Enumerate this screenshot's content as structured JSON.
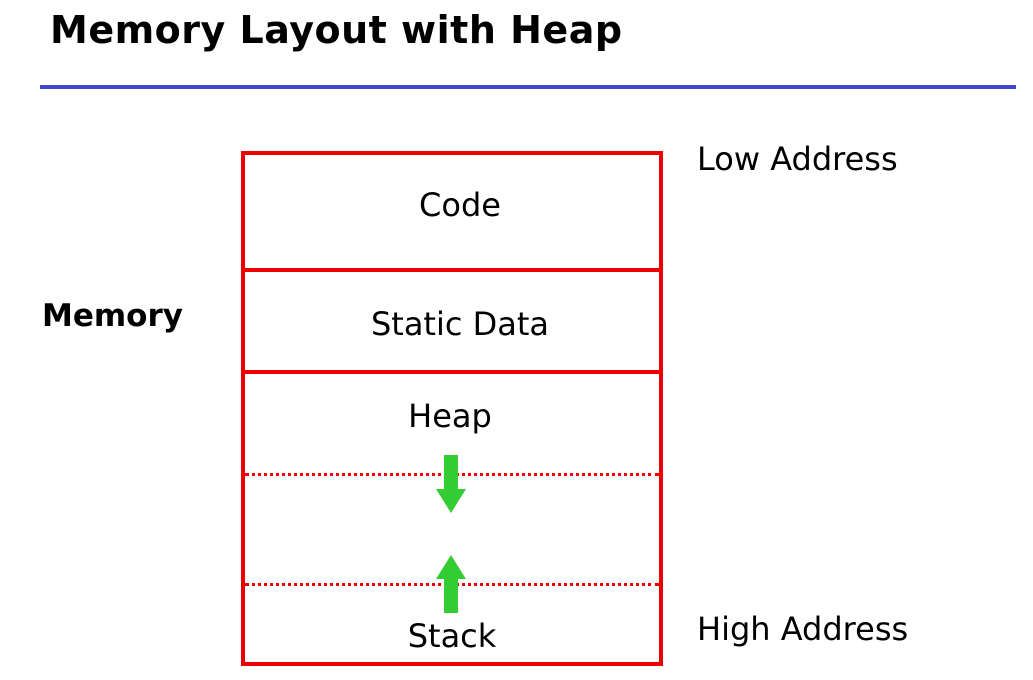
{
  "title": "Memory Layout with Heap",
  "colors": {
    "accent_rule": "#3f48cc",
    "box_border": "#ee0000",
    "arrow": "#33cc33"
  },
  "side_label": "Memory",
  "address_labels": {
    "low": "Low Address",
    "high": "High Address"
  },
  "segments": {
    "code": "Code",
    "static_data": "Static Data",
    "heap": "Heap",
    "stack": "Stack"
  },
  "arrows": {
    "heap_growth": "arrow-down-icon",
    "stack_growth": "arrow-up-icon"
  }
}
